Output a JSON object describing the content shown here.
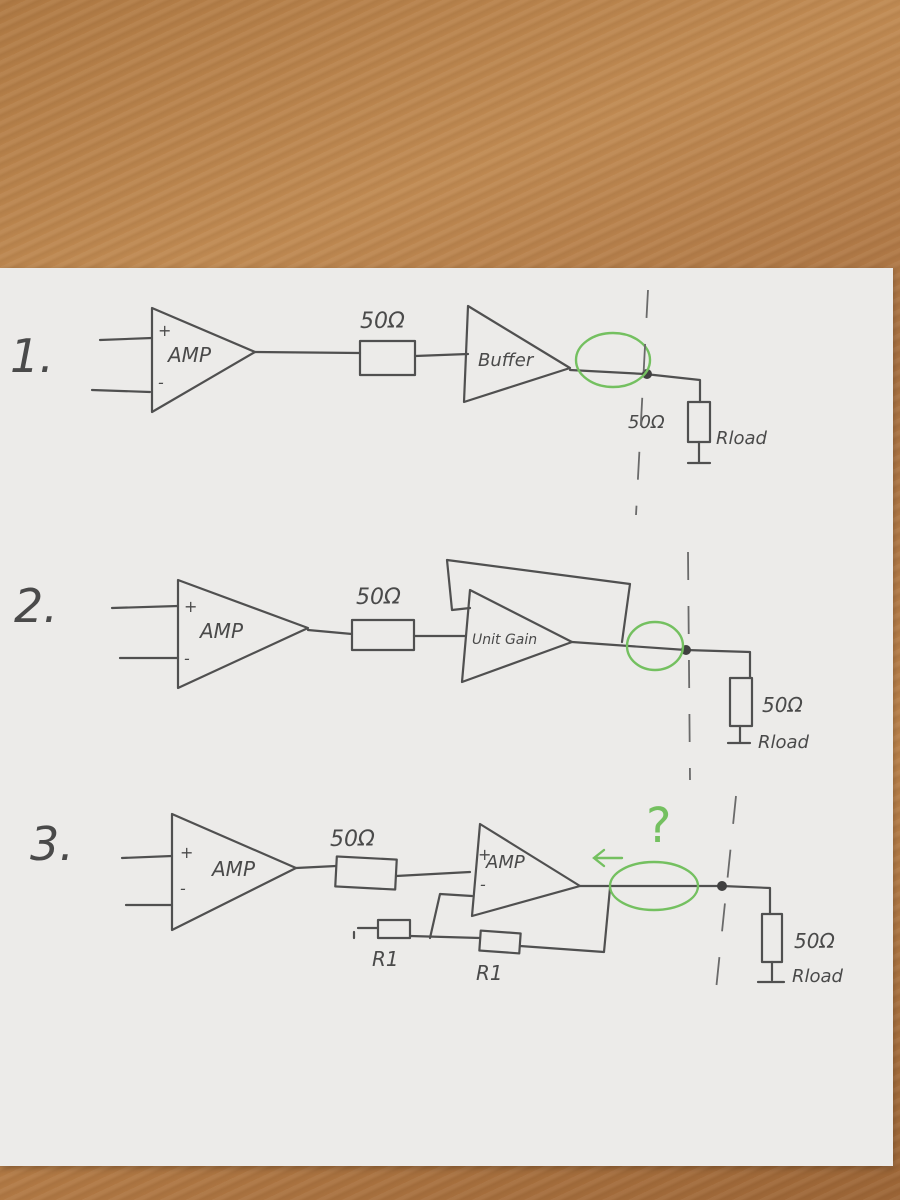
{
  "colors": {
    "ink": "#505050",
    "highlight": "#74c060",
    "paper": "#ecebe9",
    "wood": "#b07a44"
  },
  "circuits": [
    {
      "number": "1.",
      "amp_label": "AMP",
      "series_resistor": "50Ω",
      "stage_label": "Buffer",
      "load_value": "50Ω",
      "load_label": "Rload"
    },
    {
      "number": "2.",
      "amp_label": "AMP",
      "series_resistor": "50Ω",
      "stage_label": "Unit Gain",
      "load_value": "50Ω",
      "load_label": "Rload"
    },
    {
      "number": "3.",
      "amp_label": "AMP",
      "series_resistor": "50Ω",
      "stage_label": "AMP",
      "feedback_r1": "R1",
      "feedback_r2": "R1",
      "question": "?",
      "load_value": "50Ω",
      "load_label": "Rload"
    }
  ],
  "plus_sign": "+",
  "minus_sign": "-"
}
